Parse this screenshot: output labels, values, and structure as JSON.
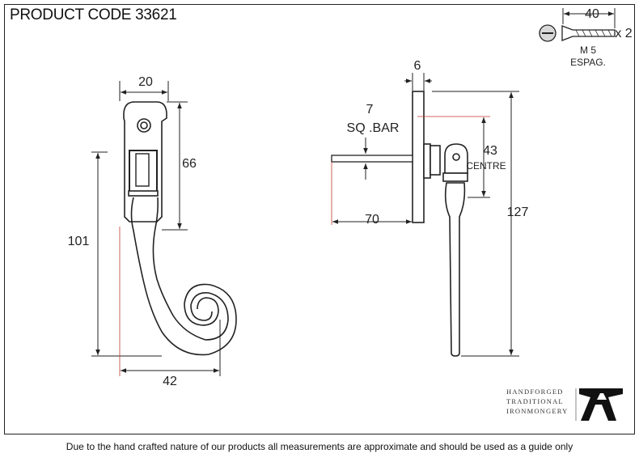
{
  "header": {
    "product_code": "PRODUCT CODE 33621"
  },
  "dimensions": {
    "handle_width": "20",
    "body_height": "66",
    "total_height": "101",
    "spiral_width": "42",
    "plate_depth": "6",
    "bar_size": "7",
    "bar_type": "SQ .BAR",
    "bar_length": "70",
    "centre_value": "43",
    "centre_label": "CENTRE",
    "rod_length": "127"
  },
  "screw": {
    "length": "40",
    "quantity": "x 2",
    "size": "M 5",
    "type": "ESPAG."
  },
  "logo": {
    "line1": "HANDFORGED",
    "line2": "TRADITIONAL",
    "line3": "IRONMONGERY"
  },
  "footer": {
    "disclaimer": "Due to the hand crafted nature of our products all measurements are approximate and should be used as a guide only"
  }
}
